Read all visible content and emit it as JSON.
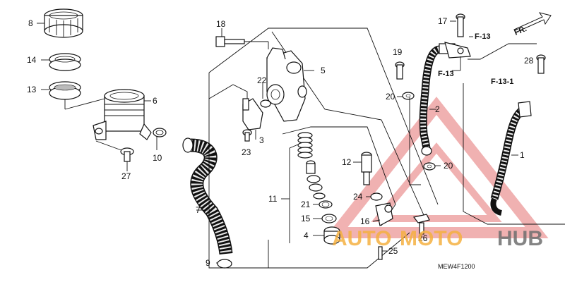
{
  "diagram": {
    "callouts": [
      {
        "id": "c8",
        "text": "8"
      },
      {
        "id": "c14",
        "text": "14"
      },
      {
        "id": "c13",
        "text": "13"
      },
      {
        "id": "c6",
        "text": "6"
      },
      {
        "id": "c10",
        "text": "10"
      },
      {
        "id": "c27",
        "text": "27"
      },
      {
        "id": "c7",
        "text": "7"
      },
      {
        "id": "c9",
        "text": "9"
      },
      {
        "id": "c18",
        "text": "18"
      },
      {
        "id": "c5",
        "text": "5"
      },
      {
        "id": "c22",
        "text": "22"
      },
      {
        "id": "c3",
        "text": "3"
      },
      {
        "id": "c23",
        "text": "23"
      },
      {
        "id": "c11",
        "text": "11"
      },
      {
        "id": "c21",
        "text": "21"
      },
      {
        "id": "c15",
        "text": "15"
      },
      {
        "id": "c4",
        "text": "4"
      },
      {
        "id": "c12",
        "text": "12"
      },
      {
        "id": "c24",
        "text": "24"
      },
      {
        "id": "c16",
        "text": "16"
      },
      {
        "id": "c25",
        "text": "25"
      },
      {
        "id": "c26",
        "text": "26"
      },
      {
        "id": "c19",
        "text": "19"
      },
      {
        "id": "c20a",
        "text": "20"
      },
      {
        "id": "c2",
        "text": "2"
      },
      {
        "id": "c20b",
        "text": "20"
      },
      {
        "id": "c17",
        "text": "17"
      },
      {
        "id": "c28",
        "text": "28"
      },
      {
        "id": "c1",
        "text": "1"
      }
    ],
    "refs": {
      "f13a": "F-13",
      "f13b": "F-13",
      "f131": "F-13-1",
      "fr": "FR."
    },
    "drawing_code": "MEW4F1200"
  },
  "watermark": {
    "word1": "AUTO",
    "word2": "MOTO",
    "word3": "HUB",
    "colors": {
      "auto": "#f5b041",
      "moto": "#f5b041",
      "hub": "#6e6e6e",
      "triangle": "#e57373"
    }
  }
}
